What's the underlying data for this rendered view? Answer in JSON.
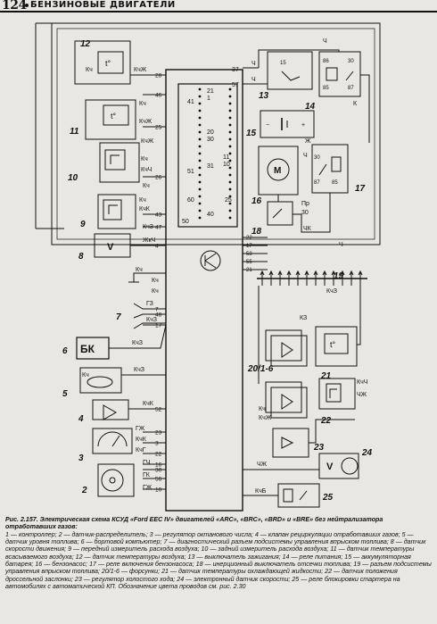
{
  "header": {
    "page_number": "124",
    "section": "БЕНЗИНОВЫЕ ДВИГАТЕЛИ"
  },
  "controller": {
    "pins_top": [
      "21",
      "1"
    ],
    "pins_mid": [
      "41",
      "30",
      "51",
      "60"
    ],
    "pins_low": [
      "20",
      "31",
      "11",
      "10"
    ],
    "pins_bottom": [
      "50",
      "40",
      "25"
    ],
    "pins_left": [
      "28",
      "46",
      "25",
      "26",
      "43",
      "47",
      "4",
      "17",
      "7",
      "48",
      "52",
      "23",
      "3",
      "22",
      "16",
      "56",
      "10",
      "30"
    ],
    "pins_right": [
      "37",
      "57"
    ]
  },
  "components": [
    {
      "num": "2"
    },
    {
      "num": "3"
    },
    {
      "num": "4"
    },
    {
      "num": "5"
    },
    {
      "num": "6",
      "label": "БК"
    },
    {
      "num": "7"
    },
    {
      "num": "8",
      "label": "V"
    },
    {
      "num": "9"
    },
    {
      "num": "10"
    },
    {
      "num": "11"
    },
    {
      "num": "12"
    },
    {
      "num": "13"
    },
    {
      "num": "14"
    },
    {
      "num": "15"
    },
    {
      "num": "16",
      "label": "M"
    },
    {
      "num": "17"
    },
    {
      "num": "18"
    },
    {
      "num": "19"
    },
    {
      "num": "20/1-6"
    },
    {
      "num": "21"
    },
    {
      "num": "22"
    },
    {
      "num": "23"
    },
    {
      "num": "24",
      "label": "V"
    },
    {
      "num": "25"
    }
  ],
  "wire_labels": {
    "left": [
      "Кч",
      "КчЖ",
      "Кч",
      "КчЖ",
      "Кч",
      "КчЖ",
      "КчЧ",
      "Кч",
      "Кч",
      "КчК",
      "КчЗ",
      "ЖкЧ",
      "Кч",
      "Кч",
      "Кч",
      "ГЗ",
      "КчЗ",
      "КчЗ",
      "Кч",
      "КчЗ",
      "КчК",
      "ГЖ",
      "КчК",
      "КчГ",
      "ГЧ",
      "ГК",
      "ГЖ"
    ],
    "right": [
      "Ч",
      "Ч",
      "Ч",
      "К",
      "Ч",
      "Ж",
      "ЧК",
      "Пр",
      "30",
      "Кч",
      "КчЖ",
      "КчЗ",
      "КчЧ",
      "КЗ",
      "ЧЖ",
      "КчБ",
      "Ч"
    ],
    "relay_pins": [
      "30",
      "86",
      "85",
      "87",
      "15",
      "30",
      "87",
      "85"
    ],
    "diag_pins": [
      "22",
      "17",
      "58",
      "55",
      "21"
    ]
  },
  "caption": {
    "title": "Рис. 2.157. Электрическая схема КСУД «Ford EEC IV» двигателей «ARC», «BRC», «BRD» и «BRE» без нейтрализатора отработавших газов:",
    "body": "1 — контроллер; 2 — датчик-распределитель; 3 — регулятор октанового числа; 4 — клапан рециркуляции отработавших газов; 5 — датчик уровня топлива; 6 — бортовой компьютер; 7 — диагностический разъем подсистемы управления впрыском топлива; 8 — датчик скорости движения; 9 — передний измеритель расхода воздуха; 10 — задний измеритель расхода воздуха; 11 — датчик температуры всасываемого воздуха; 12 — датчик температуры воздуха; 13 — выключатель зажигания; 14 — реле питания; 15 — аккумуляторная батарея; 16 — бензонасос; 17 — реле включения бензонасоса; 18 — инерционный выключатель отсечки топлива; 19 — разъем подсистемы управления впрыском топлива; 20/1-6 — форсунки; 21 — датчик температуры охлаждающей жидкости; 22 — датчик положения дроссельной заслонки; 23 — регулятор холостого хода; 24 — электронный датчик скорости; 25 — реле блокировки стартера на автомобилях с автоматической КП. Обозначение цвета проводов см. рис. 2.30"
  }
}
